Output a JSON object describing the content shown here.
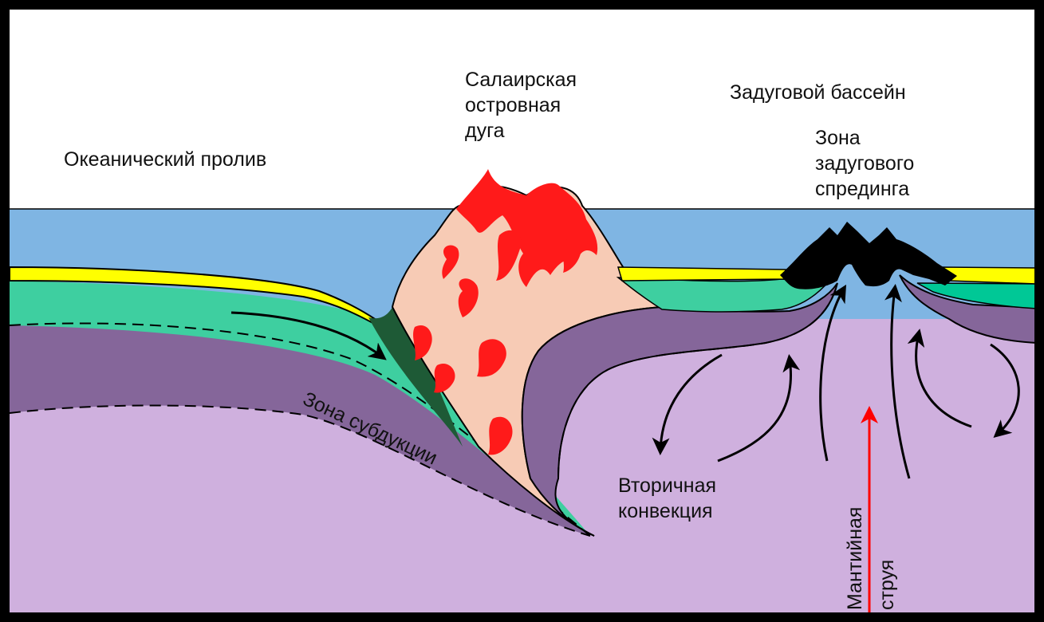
{
  "labels": {
    "ocean_strait": "Океанический пролив",
    "arc": [
      "Салаирская",
      "островная",
      "дуга"
    ],
    "backarc_basin": "Задуговой бассейн",
    "spreading_zone": [
      "Зона",
      "задугового",
      "спрединга"
    ],
    "subduction_zone": "Зона субдукции",
    "secondary_convection": [
      "Вторичная",
      "конвекция"
    ],
    "mantle_plume": [
      "Мантийная",
      "струя"
    ]
  },
  "colors": {
    "sky": "#ffffff",
    "sea": "#7fb5e3",
    "sediment": "#ffff00",
    "oceanic_crust": "#3ecfa0",
    "lithosphere": "#85669a",
    "mantle": "#cfb0de",
    "arc_body": "#f7cbb5",
    "magma": "#ff1a1a",
    "wedge": "#1e5a36",
    "spreading_rock": "#000000",
    "plume_arrow": "#ff0000",
    "frame": "#000000"
  }
}
